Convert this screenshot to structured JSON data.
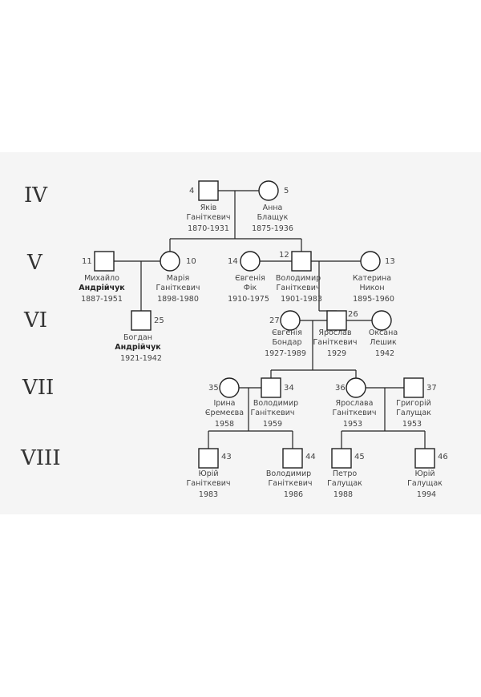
{
  "generations": [
    "IV",
    "V",
    "VI",
    "VII",
    "VIII"
  ],
  "people": {
    "p4": {
      "id": "4",
      "sex": "male",
      "name": "Яків",
      "surname": "Ганіткевич",
      "years": "1870-1931"
    },
    "p5": {
      "id": "5",
      "sex": "female",
      "name": "Анна",
      "surname": "Блащук",
      "years": "1875-1936"
    },
    "p11": {
      "id": "11",
      "sex": "male",
      "name": "Михайло",
      "surname": "Андрійчук",
      "years": "1887-1951"
    },
    "p10": {
      "id": "10",
      "sex": "female",
      "name": "Марія",
      "surname": "Ганіткевич",
      "years": "1898-1980"
    },
    "p14": {
      "id": "14",
      "sex": "female",
      "name": "Євгенія",
      "surname": "Фік",
      "years": "1910-1975"
    },
    "p12": {
      "id": "12",
      "sex": "male",
      "name": "Володимир",
      "surname": "Ганіткевич",
      "years": "1901-1983"
    },
    "p13": {
      "id": "13",
      "sex": "female",
      "name": "Катерина",
      "surname": "Никон",
      "years": "1895-1960"
    },
    "p25": {
      "id": "25",
      "sex": "male",
      "name": "Богдан",
      "surname": "Андрійчук",
      "years": "1921-1942"
    },
    "p27": {
      "id": "27",
      "sex": "female",
      "name": "Євгенія",
      "surname": "Бондар",
      "years": "1927-1989"
    },
    "p26": {
      "id": "26",
      "sex": "male",
      "name": "Ярослав",
      "surname": "Ганіткевич",
      "years": "1929"
    },
    "p28": {
      "sex": "female",
      "name": "Оксана",
      "surname": "Лешик",
      "years": "1942"
    },
    "p35": {
      "id": "35",
      "sex": "female",
      "name": "Ірина",
      "surname": "Єремеєва",
      "years": "1958"
    },
    "p34": {
      "id": "34",
      "sex": "male",
      "name": "Володимир",
      "surname": "Ганіткевич",
      "years": "1959"
    },
    "p36": {
      "id": "36",
      "sex": "female",
      "name": "Ярослава",
      "surname": "Ганіткевич",
      "years": "1953"
    },
    "p37": {
      "id": "37",
      "sex": "male",
      "name": "Григорій",
      "surname": "Галущак",
      "years": "1953"
    },
    "p43": {
      "id": "43",
      "sex": "male",
      "name": "Юрій",
      "surname": "Ганіткевич",
      "years": "1983"
    },
    "p44": {
      "id": "44",
      "sex": "male",
      "name": "Володимир",
      "surname": "Ганіткевич",
      "years": "1986"
    },
    "p45": {
      "id": "45",
      "sex": "male",
      "name": "Петро",
      "surname": "Галущак",
      "years": "1988"
    },
    "p46": {
      "id": "46",
      "sex": "male",
      "name": "Юрій",
      "surname": "Галущак",
      "years": "1994"
    }
  }
}
